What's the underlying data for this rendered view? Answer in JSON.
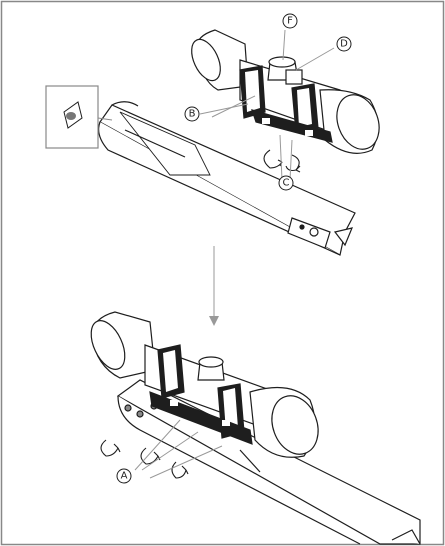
{
  "callouts": {
    "a": "A",
    "b": "B",
    "c": "C",
    "d": "D",
    "f": "F"
  },
  "colors": {
    "ink": "#1e1e1e",
    "panel_border": "#888888",
    "arrow_gray": "#999999",
    "accent": "#555555"
  }
}
